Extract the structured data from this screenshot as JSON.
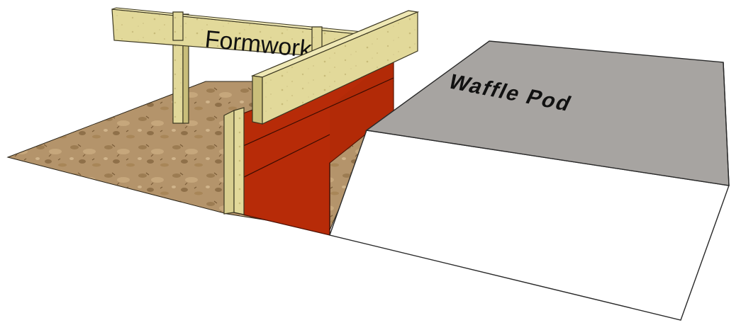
{
  "labels": {
    "formwork": "Formwork",
    "waffle_pod": "Waffle Pod"
  },
  "colors": {
    "timber_fill": "#e2d99a",
    "timber_shade": "#c9be7a",
    "timber_edge": "#3a3620",
    "formwork_panel": "#b72b08",
    "formwork_panel_dark": "#9e2406",
    "waffle_pod_top": "#a7a4a1",
    "waffle_pod_side": "#ffffff",
    "ground_base": "#b4946b",
    "ground_dark": "#8f7049",
    "outline": "#222222"
  },
  "objects": [
    "ground",
    "formwork-sign-board",
    "formwork-stake-left",
    "formwork-stake-right",
    "formwork-panel",
    "front-timber-board",
    "vertical-timber-cleat",
    "waffle-pod-block"
  ]
}
